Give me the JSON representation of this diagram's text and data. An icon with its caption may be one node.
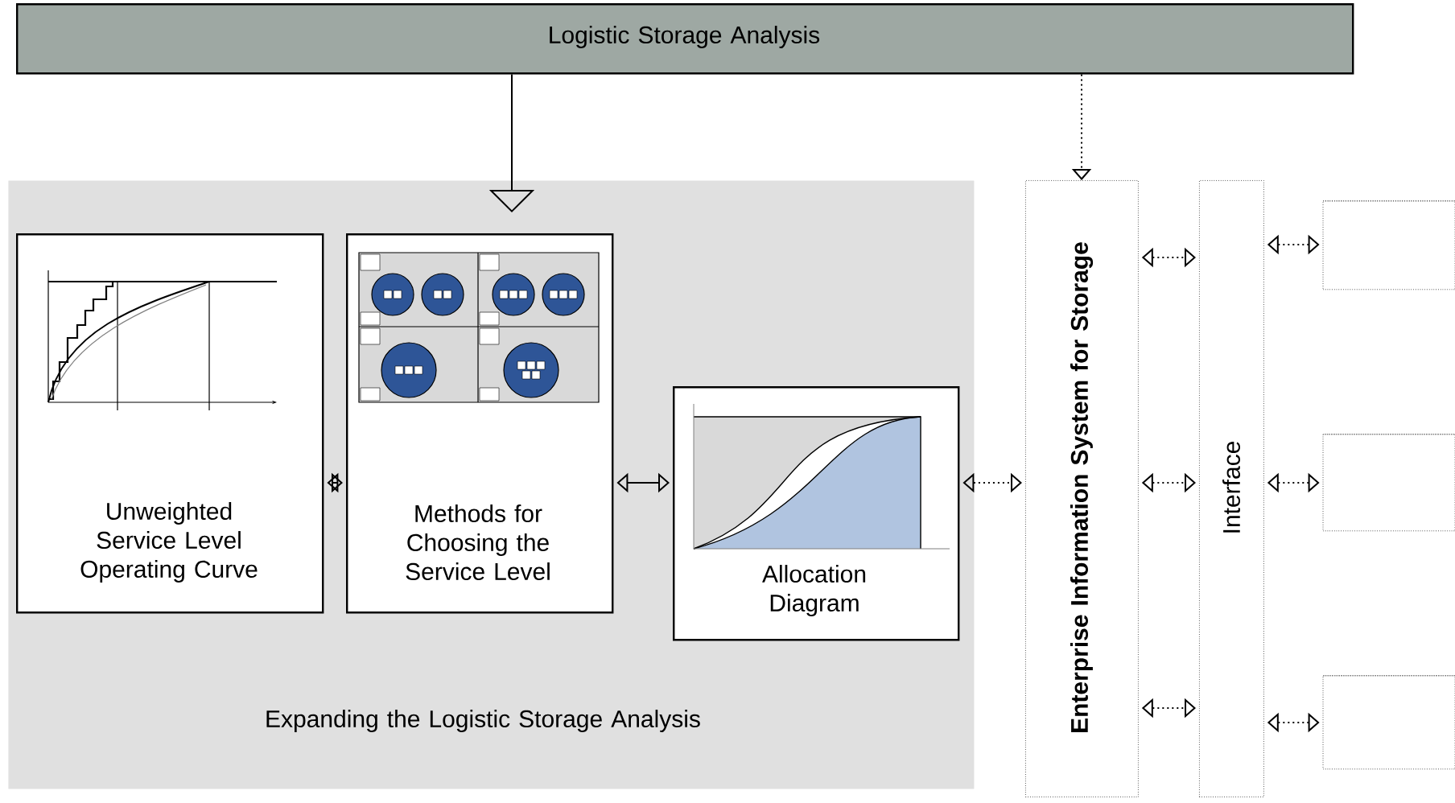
{
  "diagram": {
    "nodes": [
      {
        "text": [
          "Logistic Storage Analysis"
        ]
      },
      {
        "text": [
          "Expanding the Logistic Storage Analysis"
        ]
      },
      {
        "text": [
          "Unweighted Service Level Operating Curve"
        ],
        "in": 1
      },
      {
        "text": [
          "Methods for Choosing the Service Level"
        ],
        "in": 1
      },
      {
        "text": [
          "Allocation Diagram"
        ],
        "in": 1
      },
      {
        "text": [
          "Enterprise Information System for Storage"
        ]
      },
      {
        "text": [
          "Interface"
        ]
      },
      {
        "text": [],
        "shape": "cylinder"
      },
      {
        "text": [],
        "shape": "cylinder"
      },
      {
        "text": [],
        "shape": "cylinder"
      }
    ],
    "edges": [
      {
        "from": 0,
        "to": 1,
        "arrow": "to"
      },
      {
        "from": 0,
        "to": 5,
        "arrow": "to",
        "style": "dashed"
      },
      {
        "from": 2,
        "to": 3,
        "arrow": "both"
      },
      {
        "from": 3,
        "to": 4,
        "arrow": "both"
      },
      {
        "from": 4,
        "to": 5,
        "arrow": "both",
        "style": "dashed"
      },
      {
        "from": 5,
        "to": 6,
        "arrow": "both",
        "style": "dashed"
      },
      {
        "from": 5,
        "to": 6,
        "arrow": "both",
        "style": "dashed"
      },
      {
        "from": 5,
        "to": 6,
        "arrow": "both",
        "style": "dashed"
      },
      {
        "from": 6,
        "to": 7,
        "arrow": "both",
        "style": "dashed"
      },
      {
        "from": 6,
        "to": 8,
        "arrow": "both",
        "style": "dashed"
      },
      {
        "from": 6,
        "to": 9,
        "arrow": "both",
        "style": "dashed"
      }
    ]
  }
}
